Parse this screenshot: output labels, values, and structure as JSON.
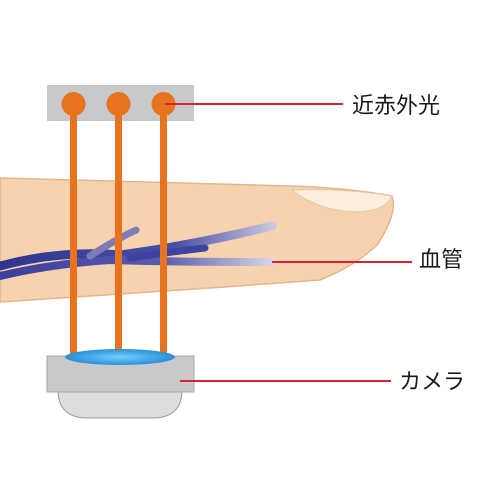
{
  "labels": {
    "near_infrared": "近赤外光",
    "blood_vessel": "血管",
    "camera": "カメラ"
  },
  "colors": {
    "light_beam": "#e8731e",
    "callout_line": "#d9232e",
    "skin": "#f6d2ae",
    "vein": "#3a3f9a",
    "housing": "#c8c9cb",
    "lens": "#4fb0e6"
  }
}
